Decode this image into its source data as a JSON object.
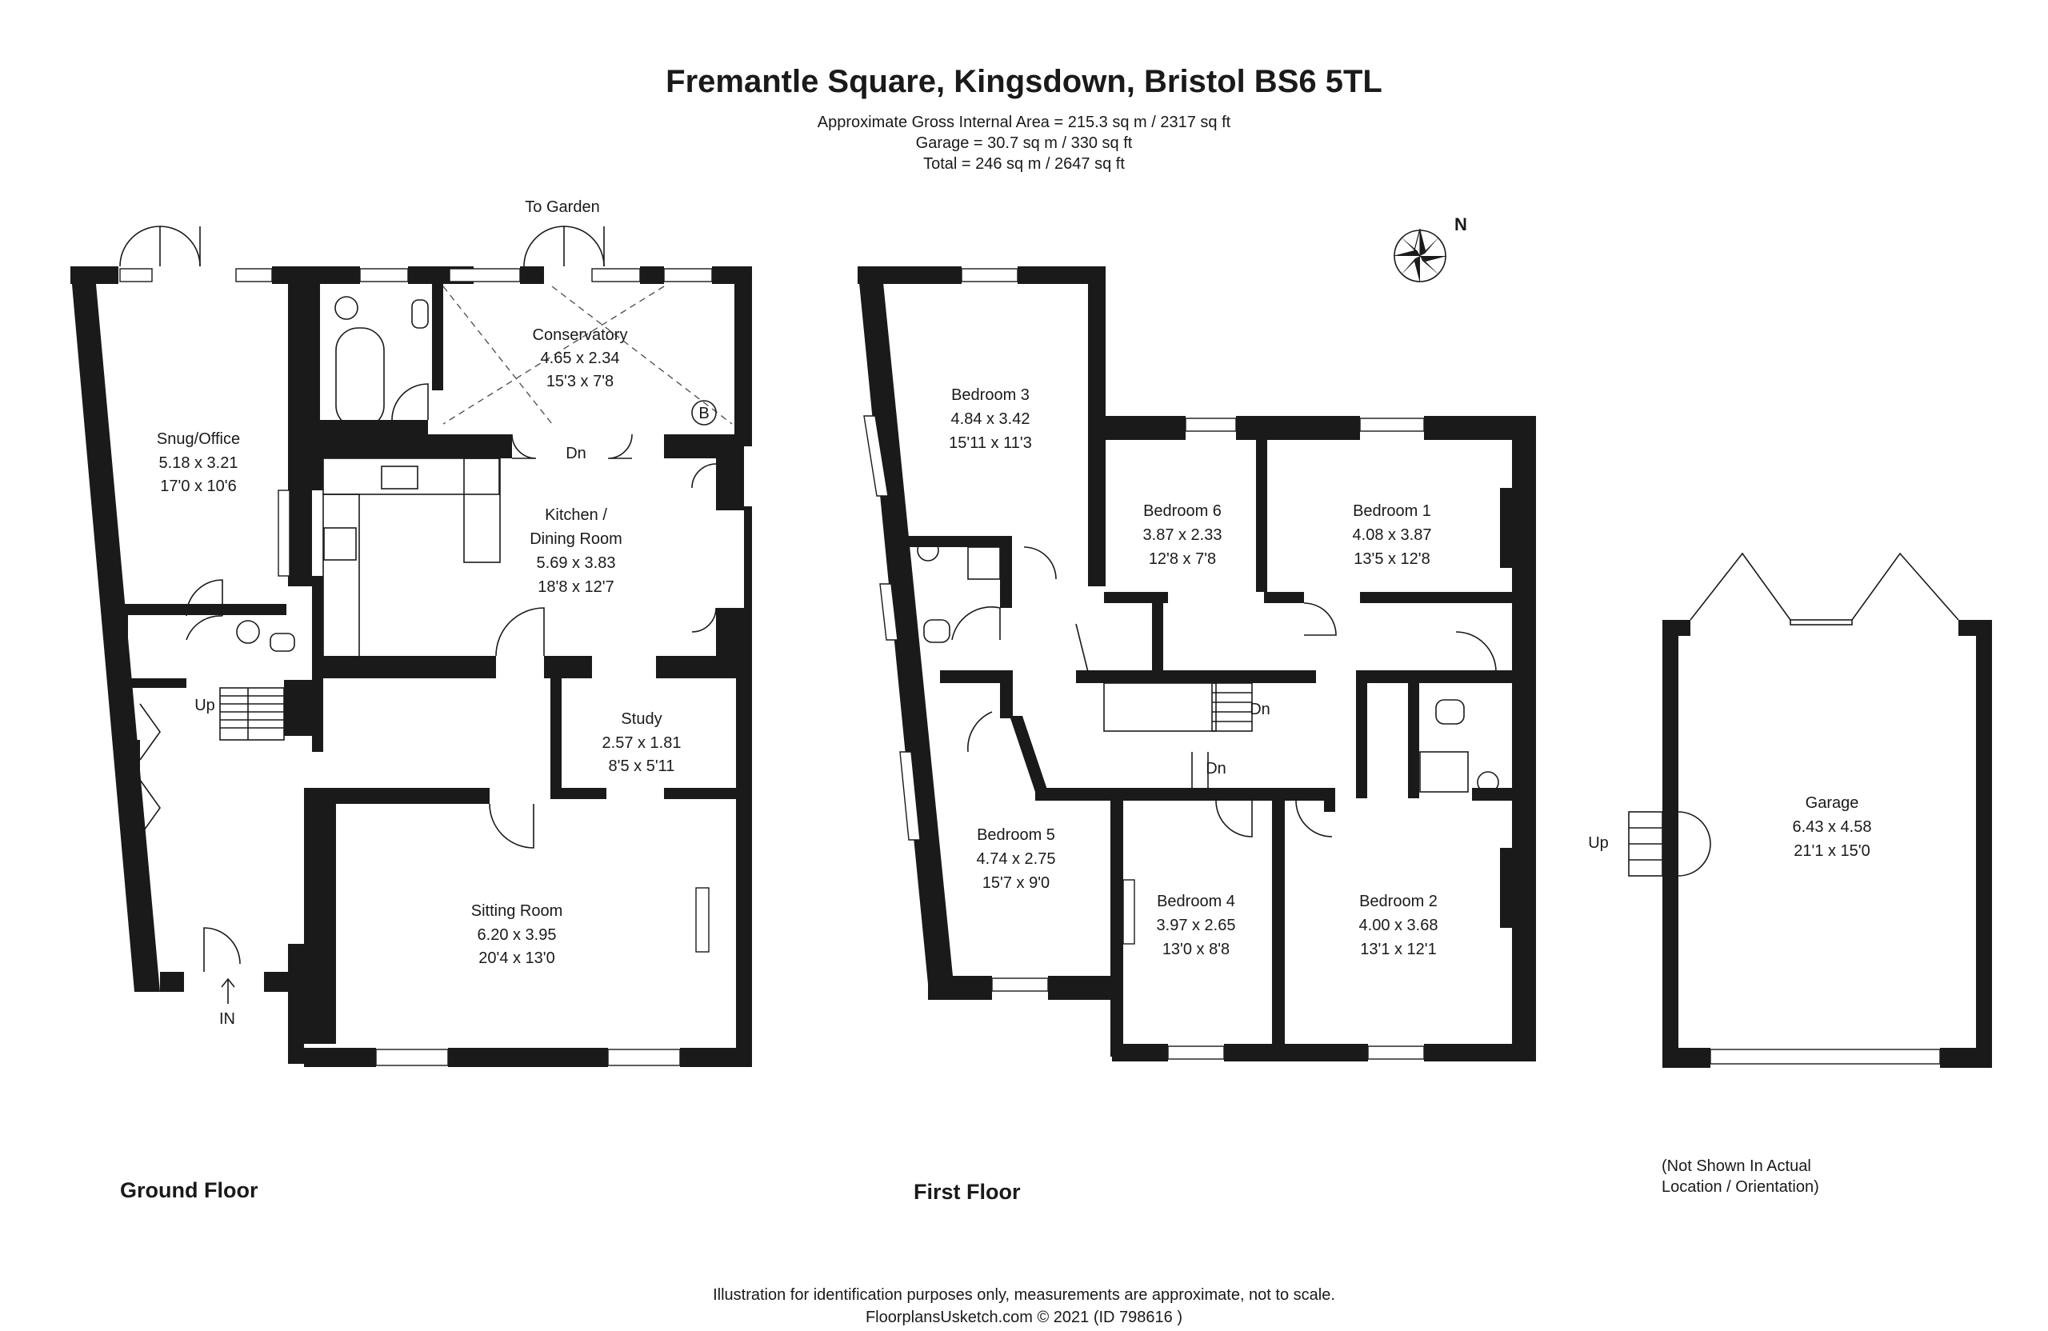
{
  "header": {
    "title": "Fremantle Square, Kingsdown, Bristol  BS6 5TL",
    "gross_area": "Approximate Gross Internal Area = 215.3 sq m / 2317 sq ft",
    "garage_area": "Garage = 30.7 sq m / 330 sq ft",
    "total_area": "Total = 246 sq m / 2647 sq ft"
  },
  "compass": {
    "label": "N"
  },
  "ground_floor": {
    "label": "Ground Floor",
    "to_garden": "To Garden",
    "up": "Up",
    "dn": "Dn",
    "entrance": "IN",
    "boiler": "B",
    "rooms": [
      {
        "id": "snug",
        "name": "Snug/Office",
        "metric": "5.18 x 3.21",
        "imperial": "17'0 x 10'6"
      },
      {
        "id": "conservatory",
        "name": "Conservatory",
        "metric": "4.65 x 2.34",
        "imperial": "15'3 x 7'8"
      },
      {
        "id": "kitchen",
        "name": "Kitchen /",
        "name2": "Dining Room",
        "metric": "5.69 x 3.83",
        "imperial": "18'8 x 12'7"
      },
      {
        "id": "study",
        "name": "Study",
        "metric": "2.57 x 1.81",
        "imperial": "8'5 x 5'11"
      },
      {
        "id": "sitting",
        "name": "Sitting Room",
        "metric": "6.20 x 3.95",
        "imperial": "20'4 x 13'0"
      }
    ]
  },
  "first_floor": {
    "label": "First Floor",
    "dn1": "Dn",
    "dn2": "Dn",
    "rooms": [
      {
        "id": "bed3",
        "name": "Bedroom 3",
        "metric": "4.84 x 3.42",
        "imperial": "15'11 x 11'3"
      },
      {
        "id": "bed6",
        "name": "Bedroom 6",
        "metric": "3.87 x 2.33",
        "imperial": "12'8 x 7'8"
      },
      {
        "id": "bed1",
        "name": "Bedroom 1",
        "metric": "4.08 x 3.87",
        "imperial": "13'5 x 12'8"
      },
      {
        "id": "bed5",
        "name": "Bedroom 5",
        "metric": "4.74 x 2.75",
        "imperial": "15'7 x 9'0"
      },
      {
        "id": "bed4",
        "name": "Bedroom 4",
        "metric": "3.97 x 2.65",
        "imperial": "13'0 x 8'8"
      },
      {
        "id": "bed2",
        "name": "Bedroom 2",
        "metric": "4.00 x 3.68",
        "imperial": "13'1 x 12'1"
      }
    ]
  },
  "garage": {
    "name": "Garage",
    "metric": "6.43 x 4.58",
    "imperial": "21'1 x 15'0",
    "up": "Up",
    "note_line1": "(Not Shown In Actual",
    "note_line2": "Location / Orientation)"
  },
  "footer": {
    "disclaimer": "Illustration for identification purposes only, measurements are approximate, not to scale.",
    "credit": "FloorplansUsketch.com © 2021 (ID 798616 )"
  }
}
